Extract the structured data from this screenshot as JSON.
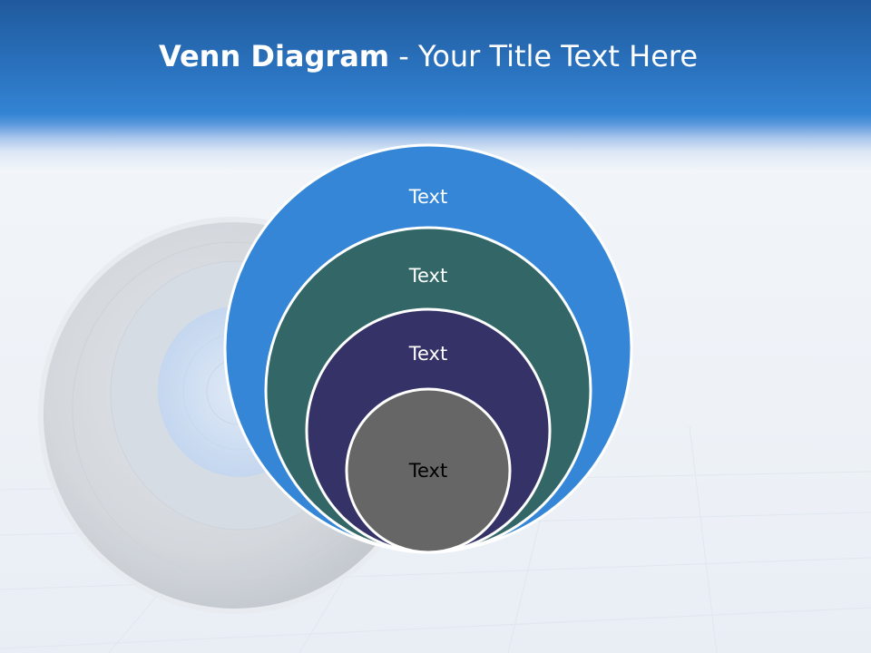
{
  "slide": {
    "title_bold": "Venn Diagram",
    "title_rest": " - Your Title Text Here"
  },
  "diagram": {
    "rings": [
      {
        "label": "Text",
        "color": "#3586d6",
        "text_color": "#ffffff"
      },
      {
        "label": "Text",
        "color": "#336767",
        "text_color": "#ffffff"
      },
      {
        "label": "Text",
        "color": "#343266",
        "text_color": "#ffffff"
      },
      {
        "label": "Text",
        "color": "#666666",
        "text_color": "#000000"
      }
    ]
  },
  "colors": {
    "header_blue": "#2a72be",
    "ring_outline": "#ffffff",
    "shadow_gray": "#c8ccd2"
  }
}
